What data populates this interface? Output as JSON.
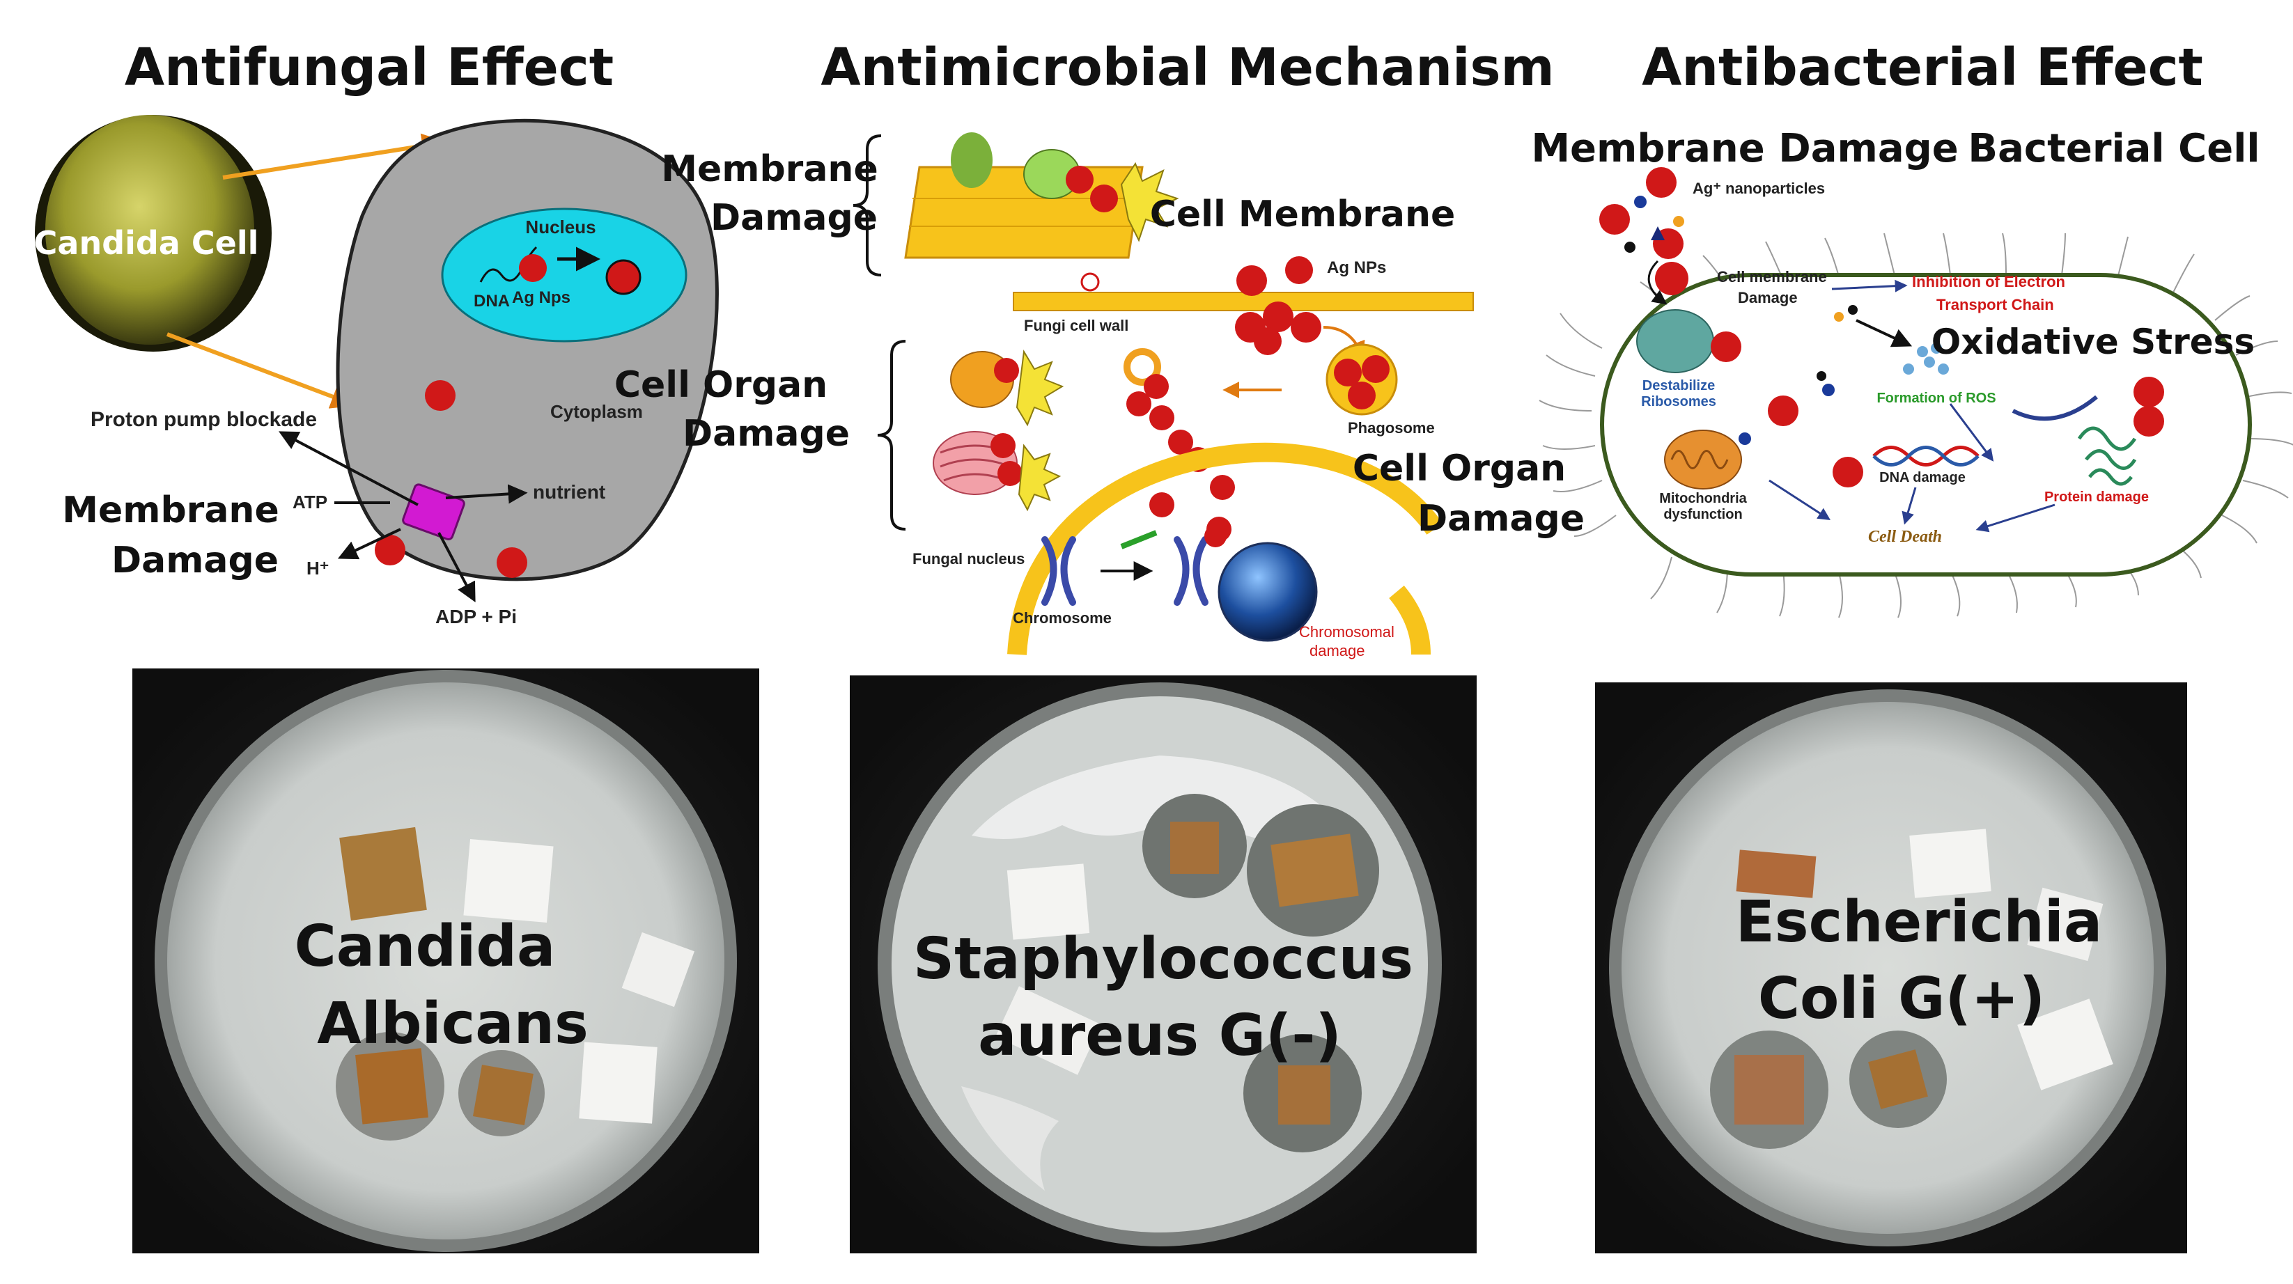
{
  "headings": {
    "antifungal": "Antifungal Effect",
    "mechanism": "Antimicrobial Mechanism",
    "antibacterial": "Antibacterial Effect"
  },
  "antifungal": {
    "candida_cell": "Candida Cell",
    "nucleus": "Nucleus",
    "dna": "DNA",
    "ag_nps": "Ag Nps",
    "cytoplasm": "Cytoplasm",
    "proton_pump": "Proton pump blockade",
    "atp": "ATP",
    "nutrient": "nutrient",
    "h_plus": "H⁺",
    "adp": "ADP + Pi",
    "membrane_damage_1": "Membrane",
    "membrane_damage_2": "Damage"
  },
  "mechanism": {
    "membrane_damage_1": "Membrane",
    "membrane_damage_2": "Damage",
    "cell_membrane": "Cell Membrane",
    "ag_nps": "Ag NPs",
    "fungi_cell_wall": "Fungi cell wall",
    "cell_organ_damage_1": "Cell Organ",
    "cell_organ_damage_2": "Damage",
    "phagosome": "Phagosome",
    "fungal_nucleus": "Fungal nucleus",
    "chromosome": "Chromosome",
    "chromosomal_damage_1": "Chromosomal",
    "chromosomal_damage_2": "damage",
    "cell_organ_damage_right_1": "Cell Organ",
    "cell_organ_damage_right_2": "Damage"
  },
  "antibacterial": {
    "membrane_damage": "Membrane Damage",
    "bacterial_cell": "Bacterial Cell",
    "ag_nanoparticles": "Ag⁺ nanoparticles",
    "cell_membrane_damage_1": "Cell membrane",
    "cell_membrane_damage_2": "Damage",
    "inhibition_1": "Inhibition of Electron",
    "inhibition_2": "Transport Chain",
    "oxidative_stress": "Oxidative Stress",
    "destabilize_1": "Destabilize",
    "destabilize_2": "Ribosomes",
    "formation_ros": "Formation of ROS",
    "mito_1": "Mitochondria",
    "mito_2": "dysfunction",
    "dna_damage": "DNA damage",
    "protein_damage": "Protein damage",
    "cell_death": "Cell Death"
  },
  "plates": [
    {
      "line1": "Candida",
      "line2": "Albicans"
    },
    {
      "line1": "Staphylococcus",
      "line2": "aureus G(-)"
    },
    {
      "line1": "Escherichia",
      "line2": "Coli G(+)"
    }
  ],
  "colors": {
    "nanoparticle": "#d01818",
    "cell_gray": "#a7a7a7",
    "nucleus_cyan": "#19d3e6",
    "membrane_yellow": "#f2c21a",
    "arrow_orange": "#f0a020",
    "bacteria_outline": "#3b5a1e",
    "proton_pump": "#d21ad2"
  }
}
